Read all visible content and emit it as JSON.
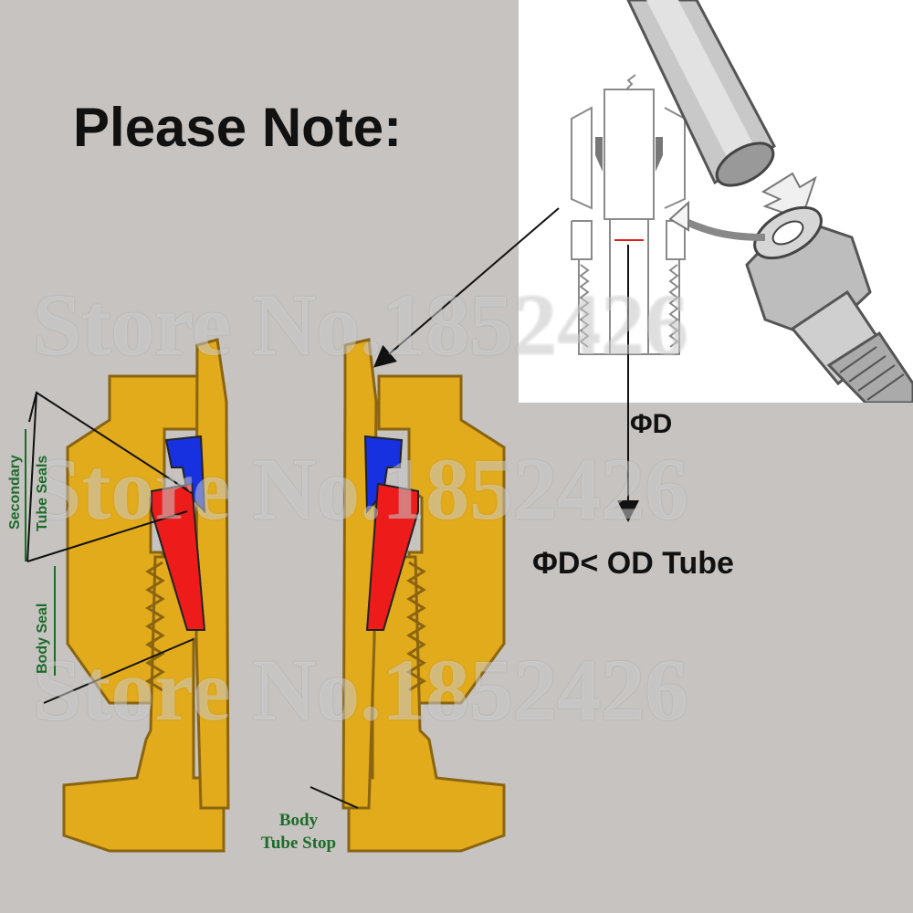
{
  "heading": "Please Note:",
  "phi_d_label": "ΦD",
  "comparison_label": "ΦD< OD Tube",
  "watermark": "Store No.1852426",
  "labels": {
    "secondary_line1": "Secondary",
    "secondary_line2": "Tube Seals",
    "body_seal": "Body Seal",
    "body_tube_stop_line1": "Body",
    "body_tube_stop_line2": "Tube Stop"
  },
  "colors": {
    "background": "#c6c3c0",
    "brass": "#e2ab1c",
    "brass_outline": "#8a6410",
    "front_ferrule": "#ee1b1b",
    "back_ferrule": "#1730e0",
    "label_green": "#1d6b2a",
    "marker_red": "#e02020"
  }
}
